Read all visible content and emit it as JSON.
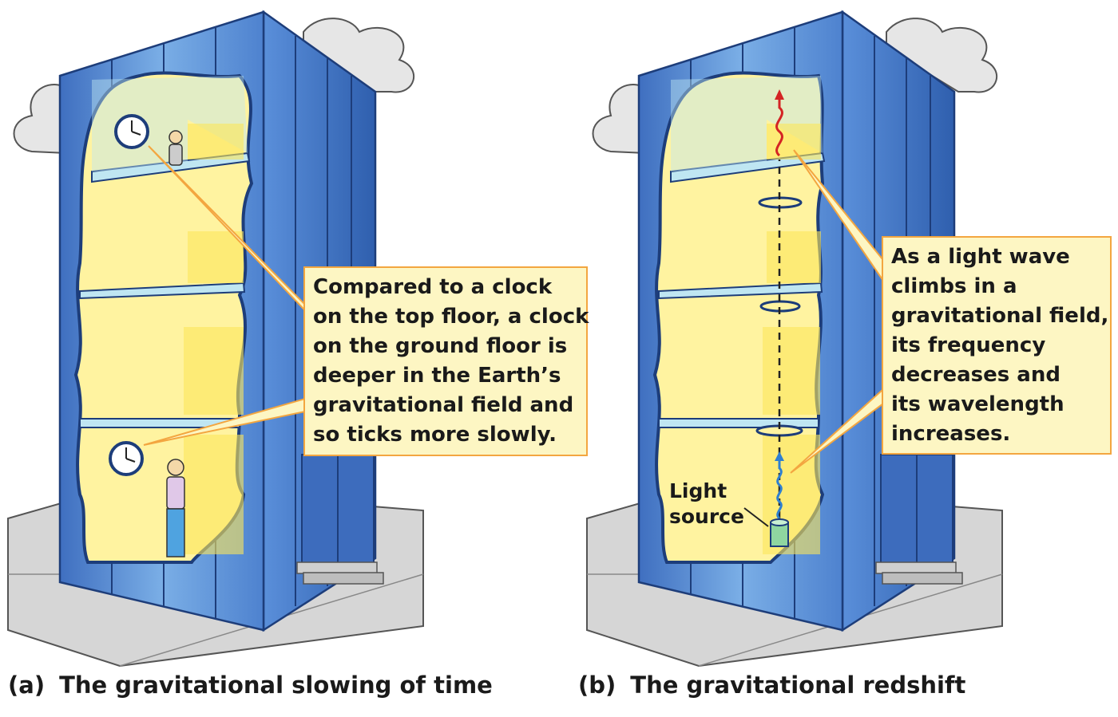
{
  "panel_a": {
    "callout_lines": [
      "Compared to a clock",
      "on the top floor, a clock",
      "on the ground floor is",
      "deeper in the Earth’s",
      "gravitational field and",
      "so ticks more slowly."
    ],
    "caption_tag": "(a)",
    "caption_text": "The gravitational slowing of time"
  },
  "panel_b": {
    "callout_lines": [
      "As a light wave",
      "climbs in a",
      "gravitational field,",
      "its frequency",
      "decreases and",
      "its wavelength",
      "increases."
    ],
    "light_source_lines": [
      "Light",
      "source"
    ],
    "caption_tag": "(b)",
    "caption_text": "The gravitational redshift"
  },
  "colors": {
    "building_front": "#5b8fd6",
    "building_side": "#4a78c4",
    "interior_wall": "#fff3a0",
    "ceiling": "#bfe6f2",
    "callout_border": "#f3a640",
    "callout_fill": "#fdf6c3",
    "wave_blue": "#2f7fd0",
    "wave_red": "#d42424"
  }
}
